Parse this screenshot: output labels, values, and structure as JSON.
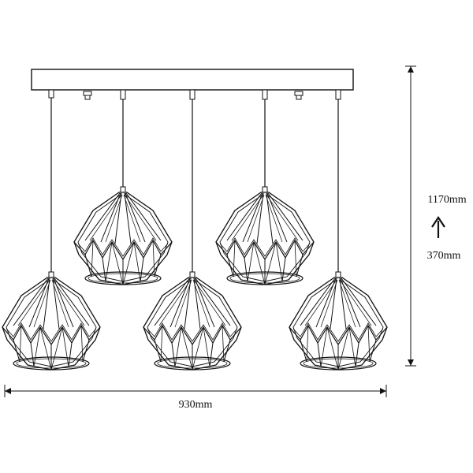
{
  "dimensions": {
    "width_label": "930mm",
    "height_max_label": "1170mm",
    "height_min_label": "370mm"
  },
  "colors": {
    "line": "#111111",
    "background": "#ffffff"
  }
}
